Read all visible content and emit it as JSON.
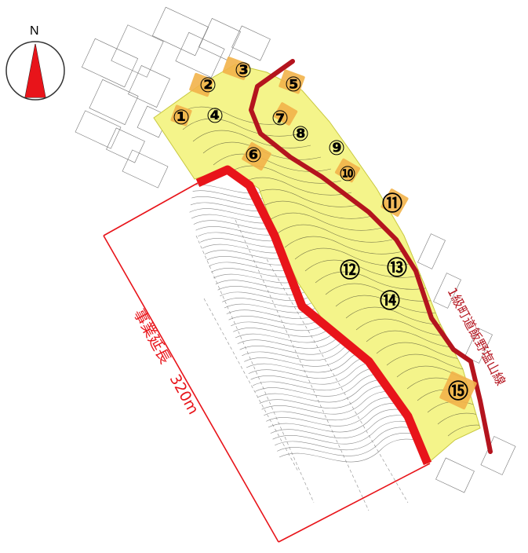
{
  "compass": {
    "north_label": "N",
    "icon": "north-arrow-icon"
  },
  "extent_label": "事業延長　320m",
  "road_label": "1級町道飯野塩山線",
  "colors": {
    "project_area": "#f4f48a",
    "project_boundary": "#e8141a",
    "road": "#b4141e",
    "marker_fill": "#f2b34a",
    "dimension_line": "#e8141a"
  },
  "markers": [
    {
      "id": "1",
      "label": "①"
    },
    {
      "id": "2",
      "label": "②"
    },
    {
      "id": "3",
      "label": "③"
    },
    {
      "id": "4",
      "label": "④"
    },
    {
      "id": "5",
      "label": "⑤"
    },
    {
      "id": "6",
      "label": "⑥"
    },
    {
      "id": "7",
      "label": "⑦"
    },
    {
      "id": "8",
      "label": "⑧"
    },
    {
      "id": "9",
      "label": "⑨"
    },
    {
      "id": "10",
      "label": "⑩"
    },
    {
      "id": "11",
      "label": "⑪"
    },
    {
      "id": "12",
      "label": "⑫"
    },
    {
      "id": "13",
      "label": "⑬"
    },
    {
      "id": "14",
      "label": "⑭"
    },
    {
      "id": "15",
      "label": "⑮"
    }
  ]
}
